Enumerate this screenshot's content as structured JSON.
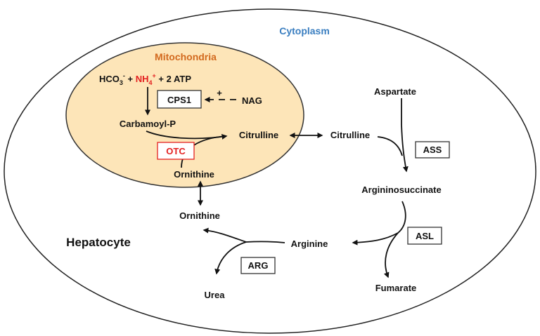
{
  "colors": {
    "mito_fill": "#FDE5B8",
    "mito_label": "#D2691E",
    "cytoplasm_label": "#3A7EC0",
    "highlight_red": "#E32020",
    "stroke": "#111111"
  },
  "compartments": {
    "cytoplasm": "Cytoplasm",
    "mitochondria": "Mitochondria",
    "cell": "Hepatocyte"
  },
  "reaction": {
    "hco3": "HCO",
    "sub3": "3",
    "sup_minus": "-",
    "plus1": " + ",
    "nh4": "NH",
    "sub4": "4",
    "sup_plus": "+",
    "plus_atp": " + 2 ATP"
  },
  "enzymes": {
    "cps1": "CPS1",
    "otc": "OTC",
    "ass": "ASS",
    "asl": "ASL",
    "arg": "ARG"
  },
  "activator": {
    "name": "NAG",
    "sign": "+"
  },
  "metabolites": {
    "carbamoyl_p": "Carbamoyl-P",
    "citrulline_mito": "Citrulline",
    "ornithine_mito": "Ornithine",
    "citrulline_cyto": "Citrulline",
    "aspartate": "Aspartate",
    "argininosuccinate": "Argininosuccinate",
    "arginine": "Arginine",
    "fumarate": "Fumarate",
    "ornithine_cyto": "Ornithine",
    "urea": "Urea"
  }
}
